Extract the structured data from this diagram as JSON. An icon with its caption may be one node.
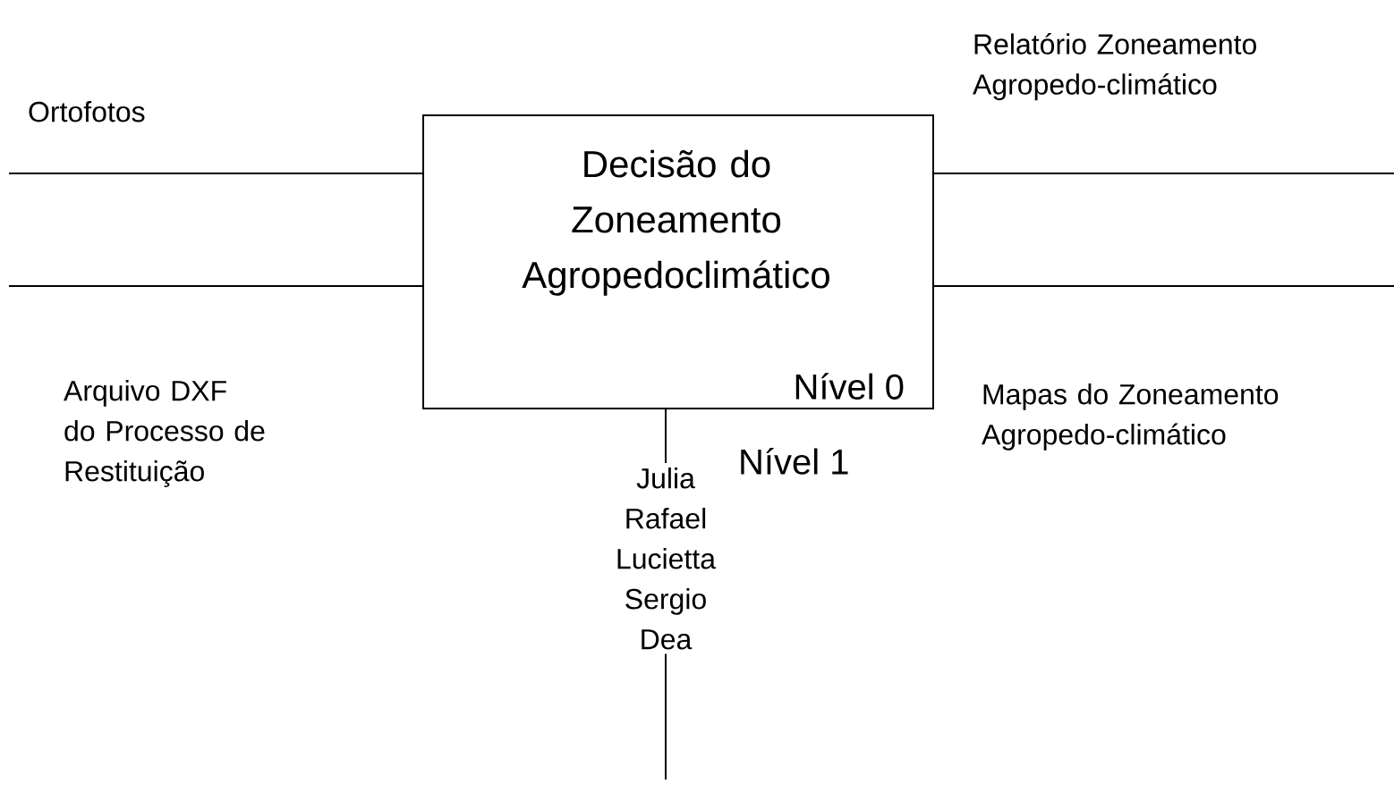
{
  "diagram": {
    "nodes": [
      {
        "text": [
          "Decisão do Zoneamento Agropedoclimático",
          "Nível 0"
        ]
      },
      {
        "text": [
          "Julia Rafael Lucietta Sergio Dea"
        ]
      }
    ],
    "edges": [
      {
        "from": null,
        "to": 0,
        "arrow": "none",
        "label": "Ortofotos"
      },
      {
        "from": null,
        "to": 0,
        "arrow": "none",
        "label": "Arquivo DXF do Processo de Restituição"
      },
      {
        "from": 0,
        "to": null,
        "arrow": "none",
        "label": "Relatório Zoneamento Agropedo-climático"
      },
      {
        "from": 0,
        "to": null,
        "arrow": "none",
        "label": "Mapas do Zoneamento Agropedo-climático"
      },
      {
        "from": 1,
        "to": 0,
        "arrow": "none"
      },
      {
        "from": null,
        "to": 1,
        "arrow": "none"
      }
    ],
    "labels": [
      "Nível 1"
    ]
  }
}
